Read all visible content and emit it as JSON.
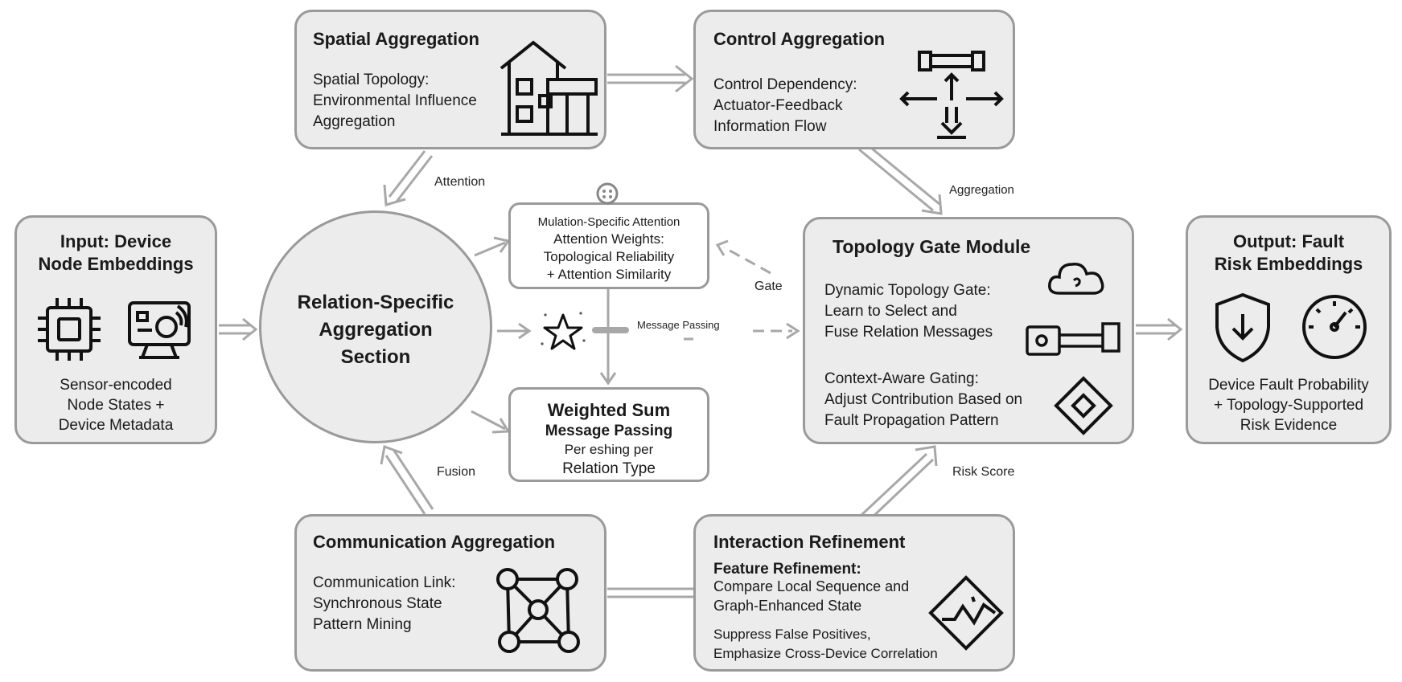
{
  "input": {
    "title_line1": "Input: Device",
    "title_line2": "Node Embeddings",
    "desc_line1": "Sensor-encoded",
    "desc_line2": "Node States +",
    "desc_line3": "Device Metadata",
    "icons": [
      "chip-icon",
      "monitor-sensor-icon"
    ]
  },
  "relation": {
    "line1": "Relation-Specific",
    "line2": "Aggregation",
    "line3": "Section"
  },
  "spatial": {
    "title": "Spatial Aggregation",
    "line1": "Spatial Topology:",
    "line2": "Environmental Influence",
    "line3": "Aggregation",
    "icon": "house-icon"
  },
  "control": {
    "title": "Control Aggregation",
    "line1": "Control Dependency:",
    "line2": "Actuator-Feedback",
    "line3": "Information Flow",
    "icon": "actuator-icon"
  },
  "communication": {
    "title": "Communication Aggregation",
    "line1": "Communication Link:",
    "line2": "Synchronous State",
    "line3": "Pattern Mining",
    "icon": "network-graph-icon"
  },
  "interaction": {
    "title": "Interaction Refinement",
    "subtitle": "Feature Refinement:",
    "line1": "Compare Local Sequence and",
    "line2": "Graph-Enhanced State",
    "line3": "Suppress False Positives,",
    "line4": "Emphasize Cross-Device Correlation",
    "icon": "signal-diamond-icon"
  },
  "attention_box": {
    "line1": "Mulation-Specific Attention",
    "line2": "Attention Weights:",
    "line3": "Topological Reliability",
    "line4": "+ Attention Similarity",
    "icon": "dots-circle-icon"
  },
  "weighted_box": {
    "line1": "Weighted Sum",
    "line2": "Message Passing",
    "line3": "Per еshing per",
    "line4": "Relation Type"
  },
  "topology": {
    "title": "Topology Gate Module",
    "line1": "Dynamic Topology Gate:",
    "line2": "Learn to Select and",
    "line3": "Fuse Relation Messages",
    "line4": "Context-Aware Gating:",
    "line5": "Adjust Contribution Based on",
    "line6": "Fault Propagation Pattern",
    "icons": [
      "cloud-icon",
      "key-connector-icon",
      "diamond-icon"
    ]
  },
  "output": {
    "title_line1": "Output: Fault",
    "title_line2": "Risk Embeddings",
    "desc_line1": "Device Fault Probability",
    "desc_line2": "+ Topology-Supported",
    "desc_line3": "Risk Evidence",
    "icons": [
      "shield-down-icon",
      "gauge-icon"
    ]
  },
  "labels": {
    "attention": "Attention",
    "aggregation": "Aggregation",
    "gate": "Gate",
    "message_passing": "Message Passing",
    "fusion": "Fusion",
    "risk_score": "Risk Score"
  },
  "colors": {
    "box_fill": "#ececec",
    "border": "#9a9a9a",
    "arrow": "#a8a8a8",
    "text": "#1a1a1a"
  }
}
